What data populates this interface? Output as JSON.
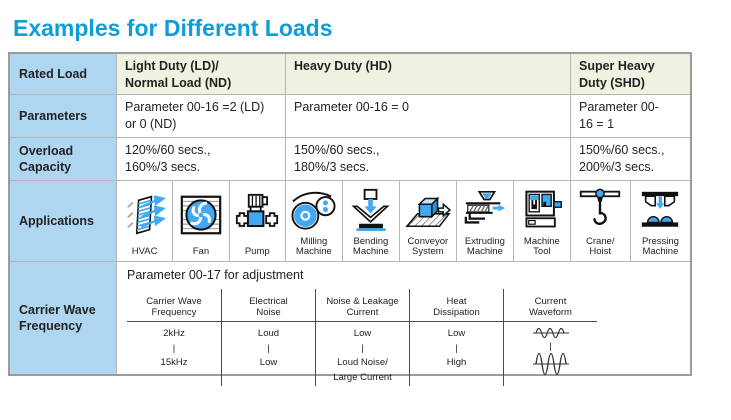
{
  "page": {
    "title": "Examples for Different Loads"
  },
  "colors": {
    "accent_blue": "#0f9dda",
    "row_label_bg": "#aed6f1",
    "header_row_bg": "#eef2e0",
    "icon_blue": "#3fa9f5"
  },
  "table": {
    "rated": {
      "label": [
        "Rated Load"
      ],
      "ld": [
        "Light Duty (LD)/",
        "Normal Load (ND)"
      ],
      "hd": [
        "Heavy Duty (HD)"
      ],
      "shd": [
        "Super Heavy",
        "Duty (SHD)"
      ]
    },
    "parameters": {
      "label": [
        "Parameters"
      ],
      "ld": [
        "Parameter 00-16 =2 (LD)",
        "or 0 (ND)"
      ],
      "hd": [
        "Parameter 00-16 = 0"
      ],
      "shd": [
        "Parameter 00-",
        "16 = 1"
      ]
    },
    "overload": {
      "label": [
        "Overload",
        "Capacity"
      ],
      "ld": [
        "120%/60 secs.,",
        "160%/3 secs."
      ],
      "hd": [
        "150%/60 secs.,",
        "180%/3 secs."
      ],
      "shd": [
        "150%/60 secs.,",
        "200%/3 secs."
      ]
    },
    "applications": {
      "label": [
        "Applications"
      ],
      "items": [
        {
          "label": [
            "HVAC"
          ],
          "icon": "hvac-icon"
        },
        {
          "label": [
            "Fan"
          ],
          "icon": "fan-icon"
        },
        {
          "label": [
            "Pump"
          ],
          "icon": "pump-icon"
        },
        {
          "label": [
            "Milling",
            "Machine"
          ],
          "icon": "milling-machine-icon"
        },
        {
          "label": [
            "Bending",
            "Machine"
          ],
          "icon": "bending-machine-icon"
        },
        {
          "label": [
            "Conveyor",
            "System"
          ],
          "icon": "conveyor-system-icon"
        },
        {
          "label": [
            "Extruding",
            "Machine"
          ],
          "icon": "extruding-machine-icon"
        },
        {
          "label": [
            "Machine",
            "Tool"
          ],
          "icon": "machine-tool-icon"
        },
        {
          "label": [
            "Crane/",
            "Hoist"
          ],
          "icon": "crane-hoist-icon"
        },
        {
          "label": [
            "Pressing",
            "Machine"
          ],
          "icon": "pressing-machine-icon"
        }
      ]
    },
    "carrier": {
      "label": [
        "Carrier Wave",
        "Frequency"
      ],
      "note": "Parameter 00-17 for adjustment",
      "separator": "|",
      "columns": [
        {
          "header": [
            "Carrier Wave",
            "Frequency"
          ],
          "top": [
            "2kHz"
          ],
          "bottom": [
            "15kHz"
          ]
        },
        {
          "header": [
            "Electrical",
            "Noise"
          ],
          "top": [
            "Loud"
          ],
          "bottom": [
            "Low"
          ]
        },
        {
          "header": [
            "Noise & Leakage",
            "Current"
          ],
          "top": [
            "Low"
          ],
          "bottom": [
            "Loud Noise/",
            "Large Current"
          ]
        },
        {
          "header": [
            "Heat",
            "Dissipation"
          ],
          "top": [
            "Low"
          ],
          "bottom": [
            "High"
          ]
        },
        {
          "header": [
            "Current",
            "Waveform"
          ],
          "top_icon": "small-sine-waveform-icon",
          "bottom_icon": "large-sine-waveform-icon"
        }
      ]
    }
  }
}
